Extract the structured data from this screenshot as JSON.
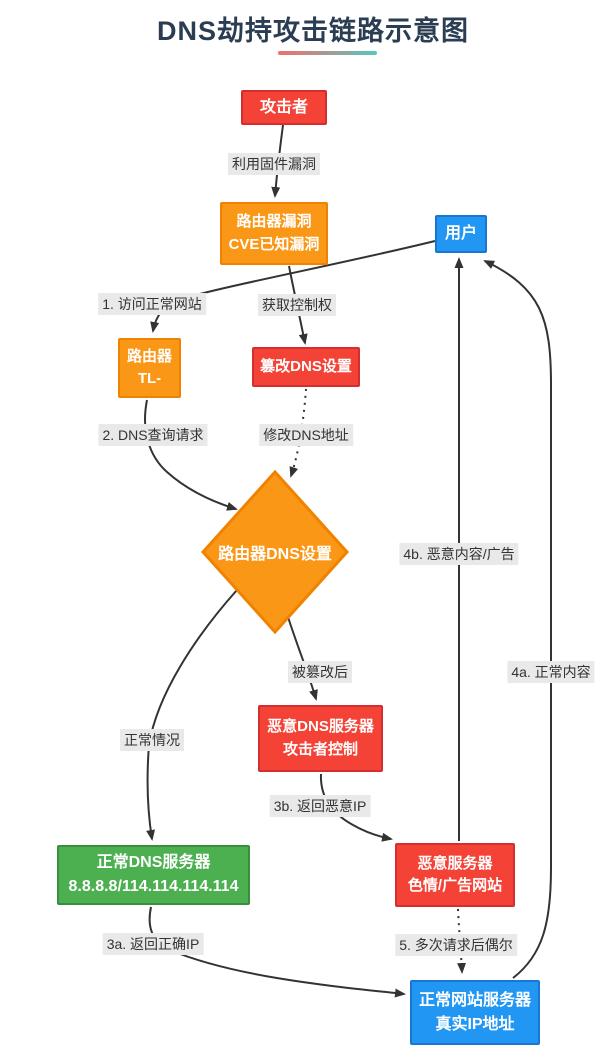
{
  "title": "DNS劫持攻击链路示意图",
  "colors": {
    "red_node": "#f44336",
    "red_border": "#d32f2f",
    "orange_node": "#fb9716",
    "orange_border": "#ef8300",
    "blue_node": "#2196f3",
    "blue_border": "#1976d2",
    "green_node": "#4caf50",
    "green_border": "#3b8e3f",
    "edge_line": "#333333",
    "edge_label_bg": "#e9e9e9",
    "title_color": "#2b3d52",
    "underline_gradient_start": "#f26d6d",
    "underline_gradient_end": "#57c7bc"
  },
  "nodes": {
    "attacker": {
      "label": "攻击者"
    },
    "router_vuln": {
      "line1": "路由器漏洞",
      "line2": "CVE已知漏洞"
    },
    "user": {
      "label": "用户"
    },
    "router": {
      "line1": "路由器",
      "line2": "TL-"
    },
    "tamper_dns": {
      "label": "篡改DNS设置"
    },
    "router_dns_setting": {
      "label": "路由器DNS设置"
    },
    "malicious_dns": {
      "line1": "恶意DNS服务器",
      "line2": "攻击者控制"
    },
    "normal_dns": {
      "line1": "正常DNS服务器",
      "line2": "8.8.8.8/114.114.114.114"
    },
    "malicious_server": {
      "line1": "恶意服务器",
      "line2": "色情/广告网站"
    },
    "normal_web": {
      "line1": "正常网站服务器",
      "line2": "真实IP地址"
    }
  },
  "edge_labels": {
    "exploit_firmware": "利用固件漏洞",
    "visit_normal": "1. 访问正常网站",
    "gain_control": "获取控制权",
    "dns_query": "2. DNS查询请求",
    "modify_dns": "修改DNS地址",
    "after_tamper": "被篡改后",
    "normal_case": "正常情况",
    "return_malicious_ip": "3b. 返回恶意IP",
    "return_correct_ip": "3a. 返回正确IP",
    "malicious_content": "4b. 恶意内容/广告",
    "normal_content": "4a. 正常内容",
    "multi_request": "5. 多次请求后偶尔"
  }
}
